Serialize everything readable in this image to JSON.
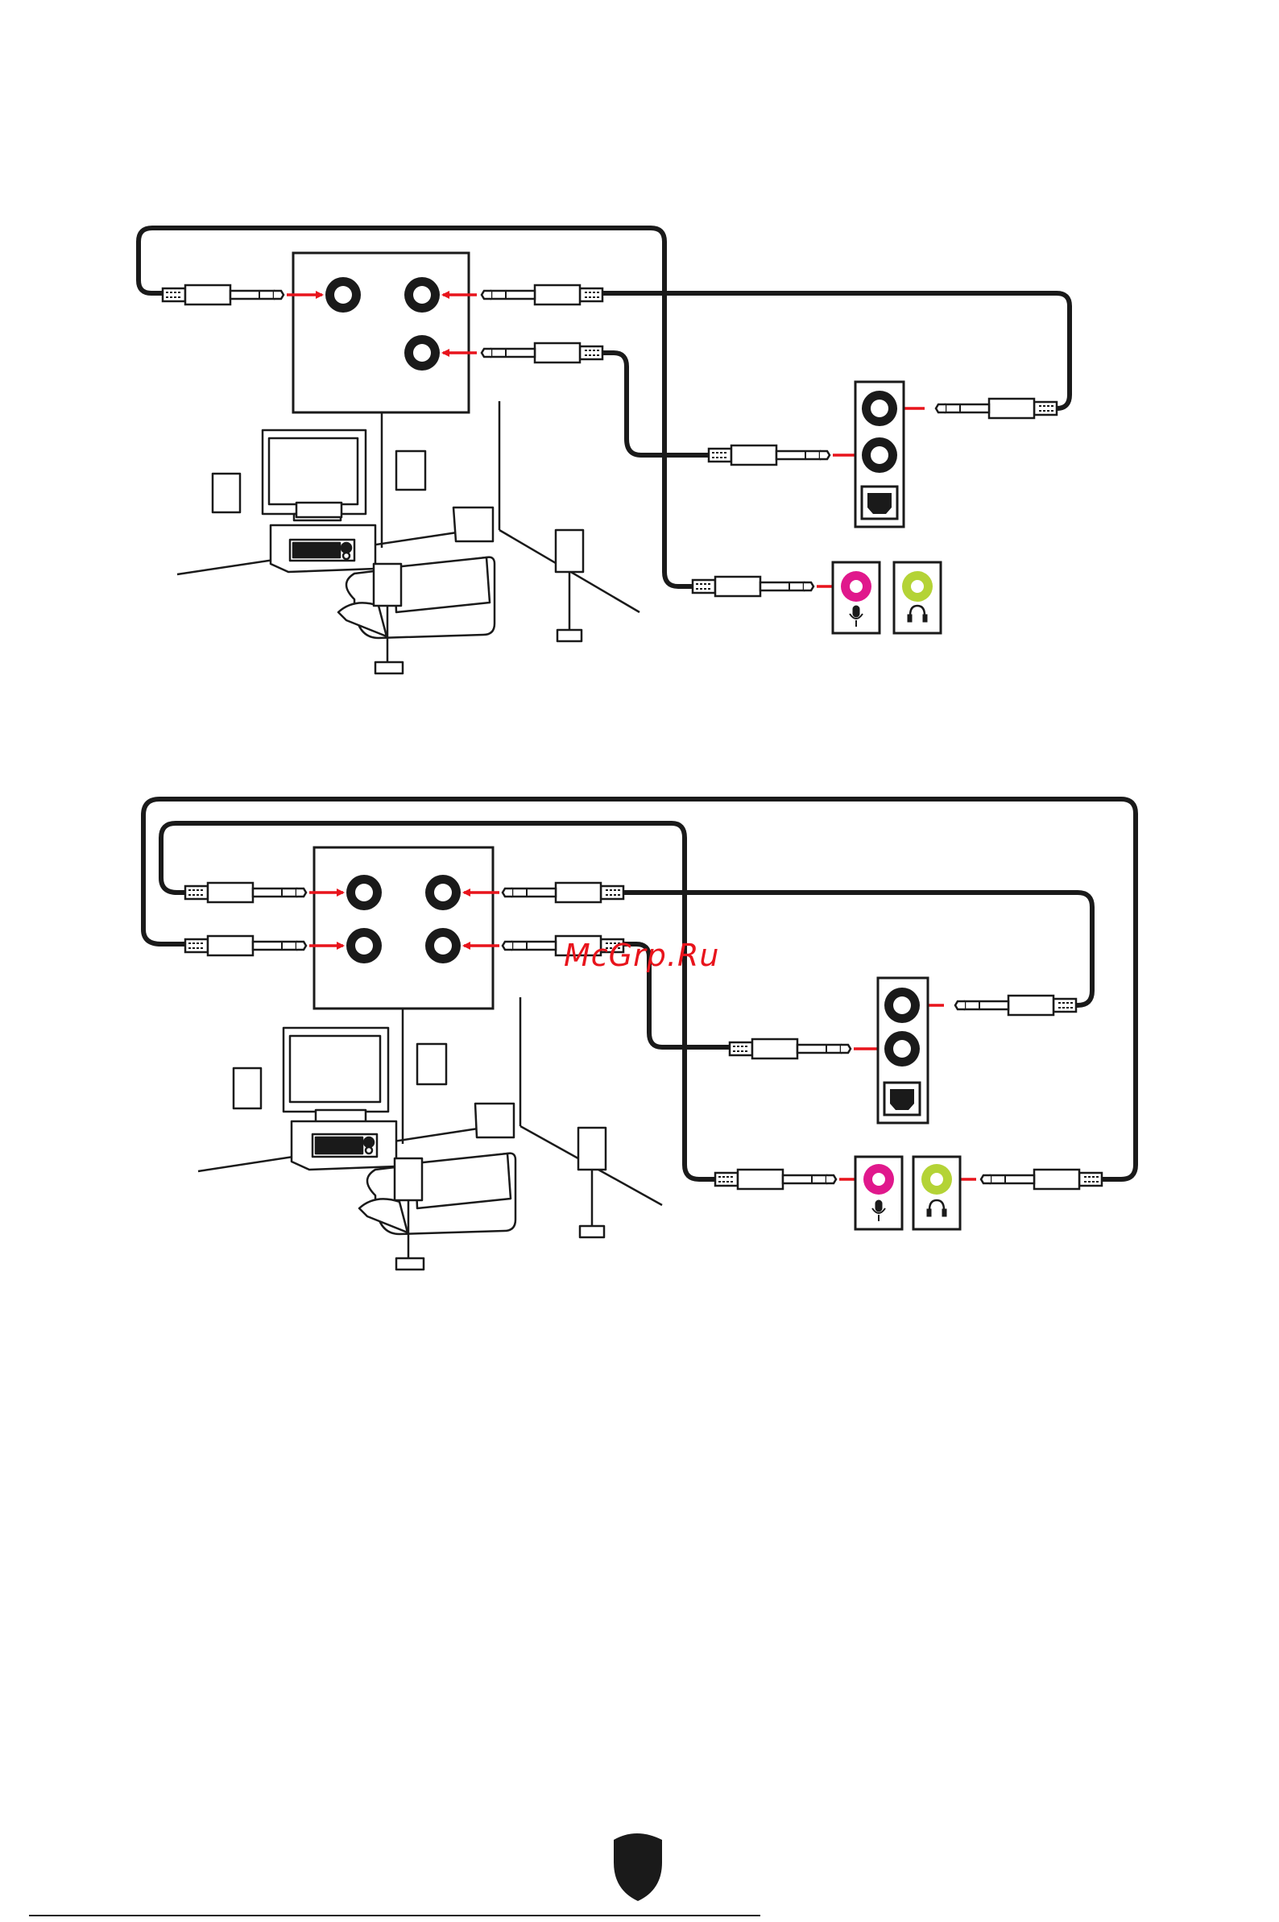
{
  "watermark": {
    "text": "McGrp.Ru",
    "color": "#e8141c"
  },
  "colors": {
    "line": "#1a1a1a",
    "arrow": "#e8141c",
    "mic_jack": "#e0188c",
    "headphone_jack": "#b4d336",
    "jack_black": "#1a1a1a"
  },
  "diagrams": [
    {
      "name": "diagram-5-1-channel",
      "receiver_jacks": 3,
      "board_jacks": [
        "line-in",
        "line-out",
        "optical"
      ],
      "front_jacks": [
        "mic",
        "headphone"
      ],
      "headphone_connected": false
    },
    {
      "name": "diagram-7-1-channel",
      "receiver_jacks": 4,
      "board_jacks": [
        "line-in",
        "line-out",
        "optical"
      ],
      "front_jacks": [
        "mic",
        "headphone"
      ],
      "headphone_connected": true
    }
  ],
  "icons": [
    "microphone-icon",
    "headphone-icon",
    "optical-port-icon",
    "shield-logo-icon"
  ]
}
